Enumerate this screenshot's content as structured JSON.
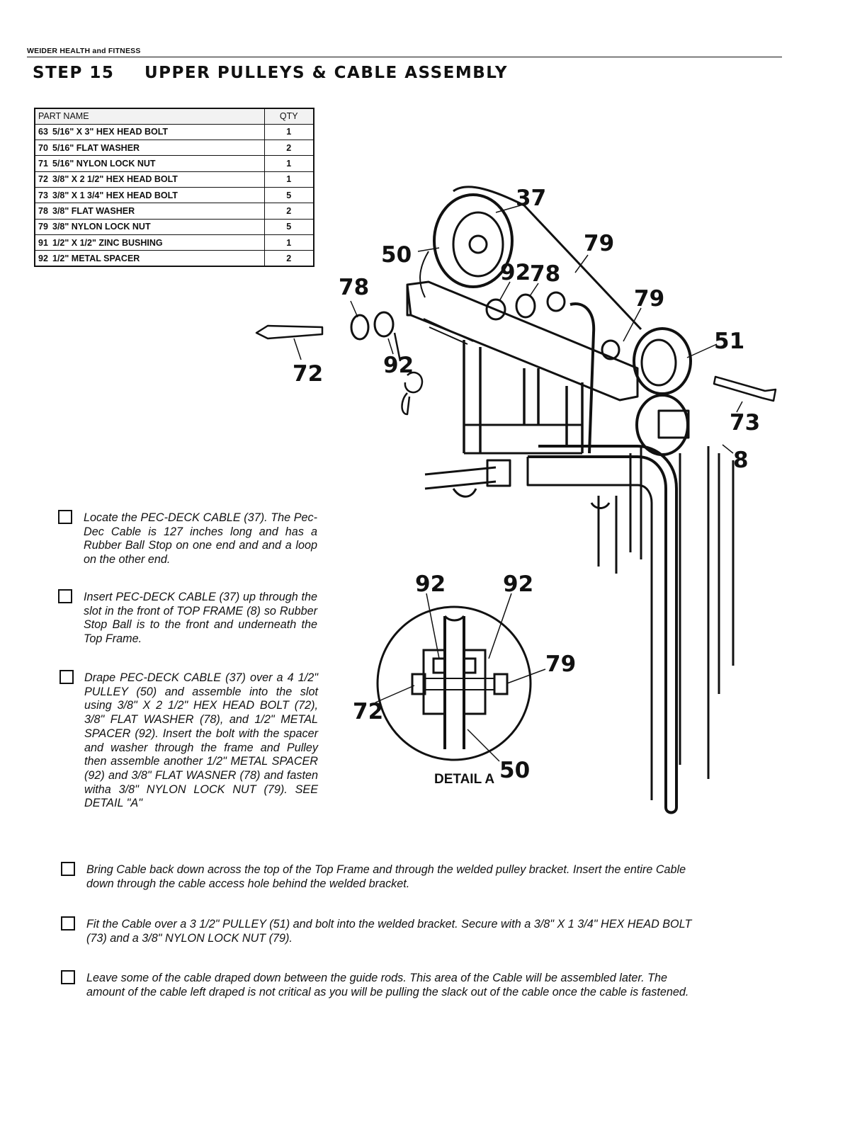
{
  "header": {
    "brand": "WEIDER HEALTH and FITNESS",
    "step": "STEP 15",
    "title": "UPPER PULLEYS & CABLE ASSEMBLY"
  },
  "parts_table": {
    "headers": [
      "PART NAME",
      "QTY"
    ],
    "rows": [
      {
        "num": "63",
        "name": "5/16\" X 3\" HEX HEAD BOLT",
        "qty": "1"
      },
      {
        "num": "70",
        "name": "5/16\" FLAT WASHER",
        "qty": "2"
      },
      {
        "num": "71",
        "name": "5/16\" NYLON LOCK NUT",
        "qty": "1"
      },
      {
        "num": "72",
        "name": "3/8\" X 2 1/2\" HEX HEAD BOLT",
        "qty": "1"
      },
      {
        "num": "73",
        "name": "3/8\" X 1 3/4\" HEX HEAD BOLT",
        "qty": "5"
      },
      {
        "num": "78",
        "name": "3/8\" FLAT WASHER",
        "qty": "2"
      },
      {
        "num": "79",
        "name": "3/8\" NYLON LOCK NUT",
        "qty": "5"
      },
      {
        "num": "91",
        "name": "1/2\" X 1/2\" ZINC BUSHING",
        "qty": "1"
      },
      {
        "num": "92",
        "name": "1/2\" METAL SPACER",
        "qty": "2"
      }
    ]
  },
  "diagram": {
    "callouts": {
      "c37": "37",
      "c50": "50",
      "c79a": "79",
      "c92a": "92",
      "c78a": "78",
      "c78b": "78",
      "c79b": "79",
      "c51": "51",
      "c72": "72",
      "c92b": "92",
      "c73": "73",
      "c8": "8"
    },
    "detail": {
      "label": "DETAIL A",
      "c92l": "92",
      "c92r": "92",
      "c79": "79",
      "c72": "72",
      "c50": "50"
    }
  },
  "instructions": [
    "Locate the PEC-DECK CABLE (37). The Pec-Dec Cable is 127 inches long and has a Rubber Ball Stop on one end and and a loop on the other end.",
    "Insert PEC-DECK CABLE (37) up through the slot in the front of TOP FRAME (8) so Rubber Stop Ball is to the front and underneath the Top Frame.",
    "Drape PEC-DECK CABLE (37) over a 4 1/2\" PULLEY (50) and assemble into the slot using 3/8\" X 2 1/2\" HEX HEAD BOLT (72), 3/8\" FLAT WASHER (78), and 1/2\" METAL SPACER (92). Insert the bolt with the spacer and washer through the frame and Pulley then assemble another 1/2\" METAL SPACER (92) and 3/8\" FLAT WASNER (78) and fasten witha 3/8\" NYLON LOCK NUT (79). SEE DETAIL \"A\"",
    "Bring Cable back down across the top of the Top Frame and through the welded pulley bracket. Insert the entire Cable down through the cable access hole behind the welded bracket.",
    "Fit the Cable over a 3 1/2\" PULLEY (51) and bolt into the welded bracket. Secure with a 3/8\" X 1 3/4\" HEX HEAD BOLT (73) and a 3/8\" NYLON LOCK NUT (79).",
    "Leave some of the cable draped down between the guide rods. This area of the Cable will be assembled later. The amount of the cable left draped is not critical as you will be pulling the slack out of the cable once the cable is fastened."
  ]
}
